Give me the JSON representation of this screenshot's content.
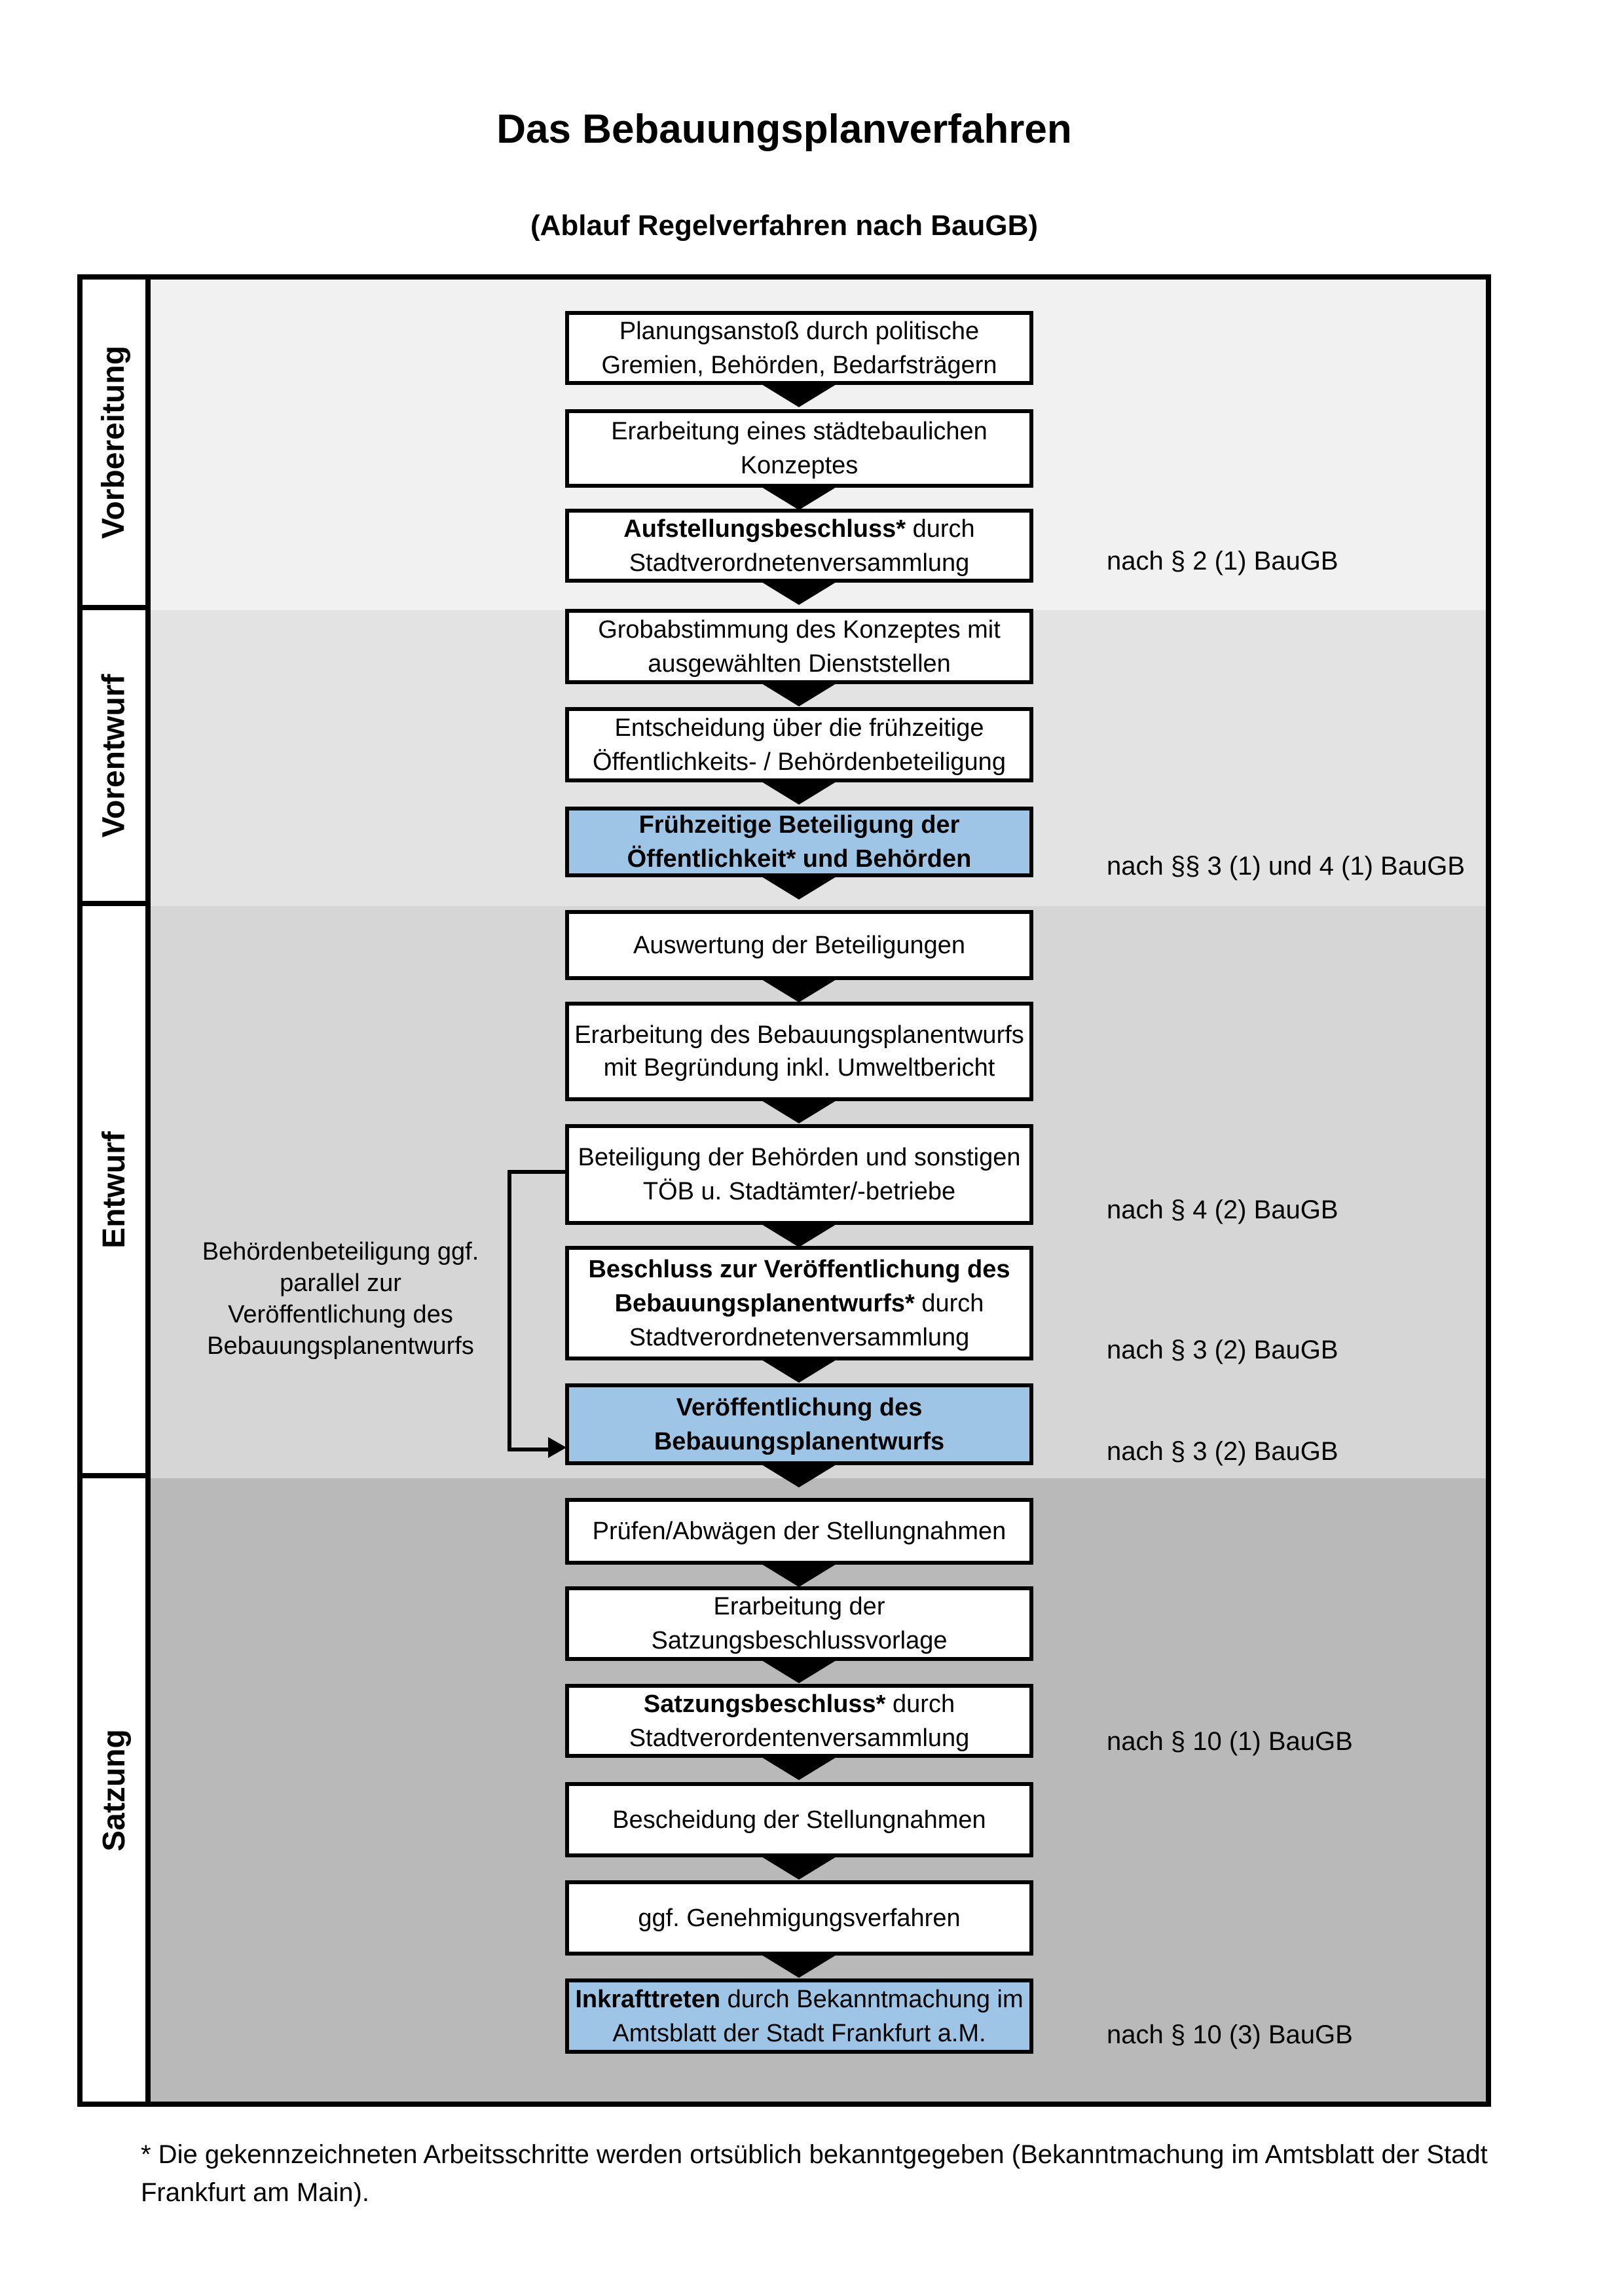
{
  "header": {
    "title": "Das Bebauungsplanverfahren",
    "subtitle": "(Ablauf Regelverfahren nach BauGB)"
  },
  "sidebar": {
    "sections": [
      {
        "label": "Vorbereitung"
      },
      {
        "label": "Vorentwurf"
      },
      {
        "label": "Entwurf"
      },
      {
        "label": "Satzung"
      }
    ]
  },
  "flow": {
    "boxes": {
      "b1": {
        "text": "Planungsanstoß durch politische Gremien, Behörden, Bedarfsträgern"
      },
      "b2": {
        "text": "Erarbeitung eines städtebaulichen Konzeptes"
      },
      "b3": {
        "bold": "Aufstellungsbeschluss*",
        "rest": " durch Stadtverordnetenversammlung"
      },
      "b4": {
        "text": "Grobabstimmung des Konzeptes mit ausgewählten Dienststellen"
      },
      "b5": {
        "text": "Entscheidung über die frühzeitige Öffentlichkeits- / Behördenbeteiligung"
      },
      "b6": {
        "bold": "Frühzeitige Beteiligung der Öffentlichkeit* und Behörden"
      },
      "b7": {
        "text": "Auswertung der Beteiligungen"
      },
      "b8": {
        "text": "Erarbeitung des Bebauungsplanentwurfs mit Begründung inkl. Umweltbericht"
      },
      "b9": {
        "text": "Beteiligung der Behörden und sonstigen TÖB u. Stadtämter/-betriebe"
      },
      "b10": {
        "bold": "Beschluss zur Veröffentlichung des Bebauungsplanentwurfs*",
        "rest": " durch Stadtverordnetenversammlung"
      },
      "b11": {
        "bold": "Veröffentlichung des Bebauungsplanentwurfs"
      },
      "b12": {
        "text": "Prüfen/Abwägen der Stellungnahmen"
      },
      "b13": {
        "text": "Erarbeitung der Satzungsbeschlussvorlage"
      },
      "b14": {
        "bold": "Satzungsbeschluss*",
        "rest": " durch Stadtverordentenversammlung"
      },
      "b15": {
        "text": "Bescheidung der Stellungnahmen"
      },
      "b16": {
        "text": "ggf. Genehmigungsverfahren"
      },
      "b17": {
        "bold": "Inkrafttreten",
        "rest": " durch Bekanntmachung im Amtsblatt der Stadt Frankfurt a.M."
      }
    }
  },
  "annotations": {
    "a1": "nach § 2 (1) BauGB",
    "a2": "nach §§ 3 (1) und 4 (1) BauGB",
    "a3": "nach § 4 (2) BauGB",
    "a4": "nach § 3 (2) BauGB",
    "a5": "nach § 3 (2) BauGB",
    "a6": "nach § 10 (1) BauGB",
    "a7": "nach § 10 (3) BauGB"
  },
  "side_note": "Behördenbeteiligung ggf. parallel zur Veröffentlichung des Bebauungsplanentwurfs",
  "footnote": "* Die gekennzeichneten Arbeitsschritte werden ortsüblich bekanntgegeben (Bekanntmachung im Amtsblatt  der Stadt Frankfurt am Main).",
  "colors": {
    "highlight_blue": "#9fc5e6",
    "section_vorbereitung_bg": "#f1f1f1",
    "section_vorentwurf_bg": "#e3e3e3",
    "section_entwurf_bg": "#d6d6d6",
    "section_satzung_bg": "#b9b9b9",
    "border": "#000000"
  }
}
